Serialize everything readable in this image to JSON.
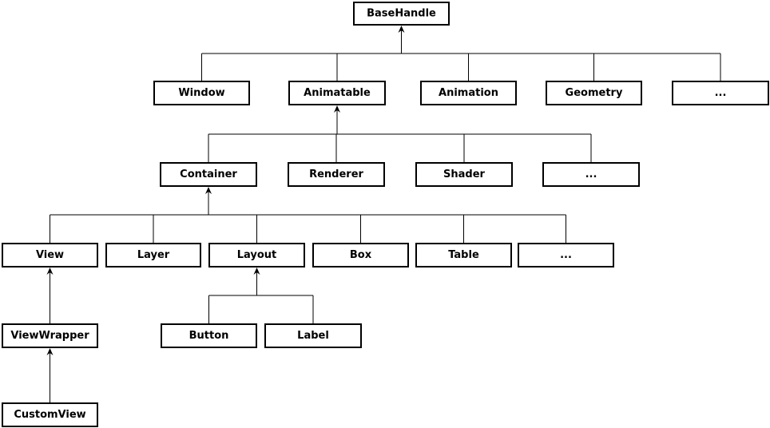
{
  "nodes": {
    "basehandle": "BaseHandle",
    "window": "Window",
    "animatable": "Animatable",
    "animation": "Animation",
    "geometry": "Geometry",
    "more_level1": "...",
    "container": "Container",
    "renderer": "Renderer",
    "shader": "Shader",
    "more_level2": "...",
    "view": "View",
    "layer": "Layer",
    "layout": "Layout",
    "box": "Box",
    "table": "Table",
    "more_level3": "...",
    "viewwrapper": "ViewWrapper",
    "button": "Button",
    "label": "Label",
    "customview": "CustomView"
  },
  "edges": [
    {
      "parent": "basehandle",
      "children": [
        "window",
        "animatable",
        "animation",
        "geometry",
        "more_level1"
      ]
    },
    {
      "parent": "animatable",
      "children": [
        "container",
        "renderer",
        "shader",
        "more_level2"
      ]
    },
    {
      "parent": "container",
      "children": [
        "view",
        "layer",
        "layout",
        "box",
        "table",
        "more_level3"
      ]
    },
    {
      "parent": "layout",
      "children": [
        "button",
        "label"
      ]
    },
    {
      "parent": "view",
      "children": [
        "viewwrapper"
      ]
    },
    {
      "parent": "viewwrapper",
      "children": [
        "customview"
      ]
    }
  ],
  "colors": {
    "stroke": "#000000",
    "fill": "#ffffff",
    "text": "#000000"
  }
}
